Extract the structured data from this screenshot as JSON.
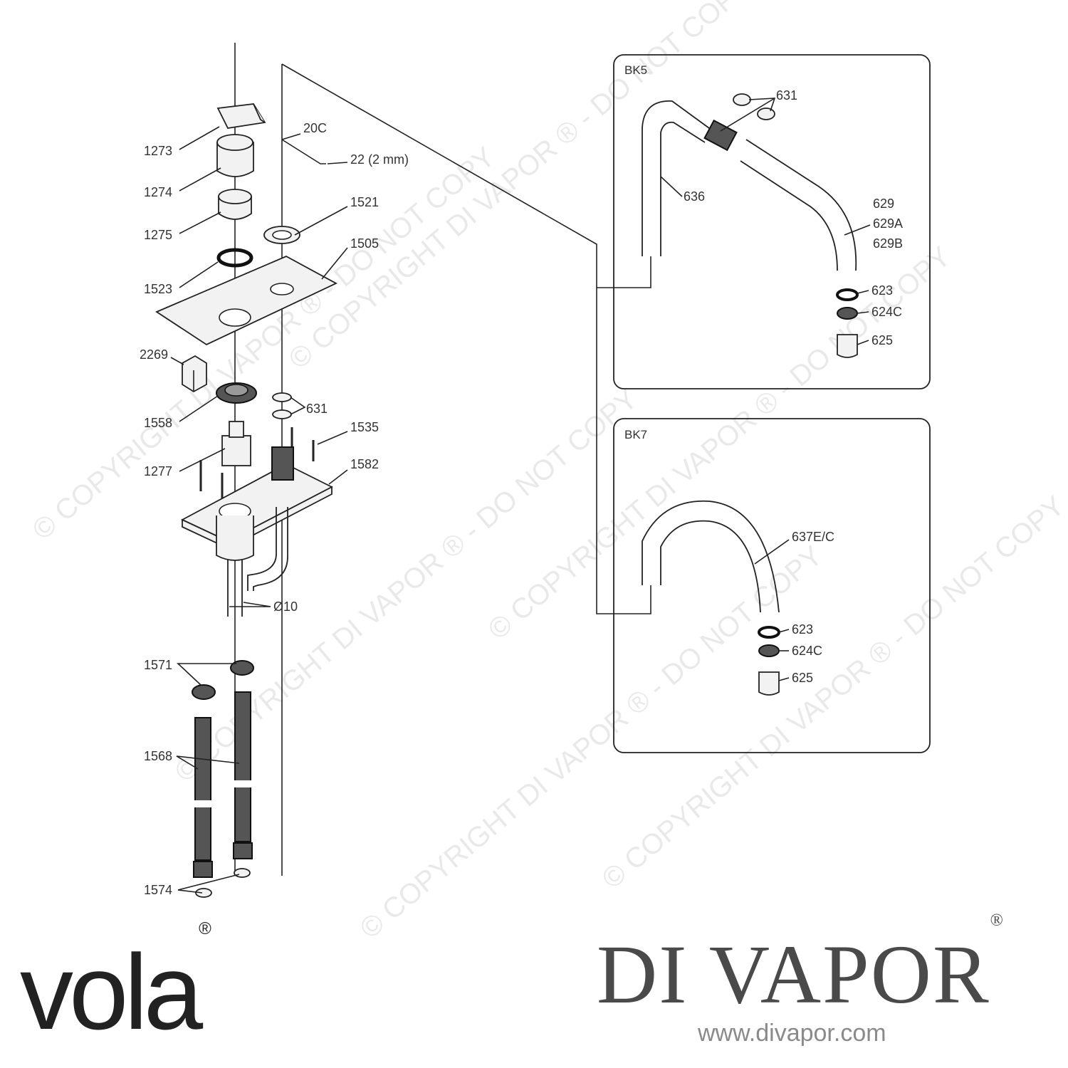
{
  "diagram": {
    "boxes": [
      {
        "id": "bk5",
        "title": "BK5"
      },
      {
        "id": "bk7",
        "title": "BK7"
      }
    ],
    "labels": [
      {
        "id": "l1273",
        "text": "1273"
      },
      {
        "id": "l20c",
        "text": "20C"
      },
      {
        "id": "l22",
        "text": "22 (2 mm)"
      },
      {
        "id": "l1274",
        "text": "1274"
      },
      {
        "id": "l1275",
        "text": "1275"
      },
      {
        "id": "l1521",
        "text": "1521"
      },
      {
        "id": "l1505",
        "text": "1505"
      },
      {
        "id": "l1523",
        "text": "1523"
      },
      {
        "id": "l2269",
        "text": "2269"
      },
      {
        "id": "l1558",
        "text": "1558"
      },
      {
        "id": "l631a",
        "text": "631"
      },
      {
        "id": "l1535",
        "text": "1535"
      },
      {
        "id": "l1277",
        "text": "1277"
      },
      {
        "id": "l1582",
        "text": "1582"
      },
      {
        "id": "l010",
        "text": "Ø10"
      },
      {
        "id": "l1571",
        "text": "1571"
      },
      {
        "id": "l1568",
        "text": "1568"
      },
      {
        "id": "l1574",
        "text": "1574"
      },
      {
        "id": "l631b",
        "text": "631"
      },
      {
        "id": "l636",
        "text": "636"
      },
      {
        "id": "l629",
        "text": "629"
      },
      {
        "id": "l629a",
        "text": "629A"
      },
      {
        "id": "l629b",
        "text": "629B"
      },
      {
        "id": "l623a",
        "text": "623"
      },
      {
        "id": "l624ca",
        "text": "624C"
      },
      {
        "id": "l625a",
        "text": "625"
      },
      {
        "id": "l637ec",
        "text": "637E/C"
      },
      {
        "id": "l623b",
        "text": "623"
      },
      {
        "id": "l624cb",
        "text": "624C"
      },
      {
        "id": "l625b",
        "text": "625"
      }
    ],
    "watermark_text": "© COPYRIGHT DI VAPOR ® - DO NOT COPY"
  },
  "branding": {
    "vola": "vola",
    "vola_mark": "®",
    "divapor": "DI VAPOR",
    "divapor_mark": "®",
    "url": "www.divapor.com"
  }
}
